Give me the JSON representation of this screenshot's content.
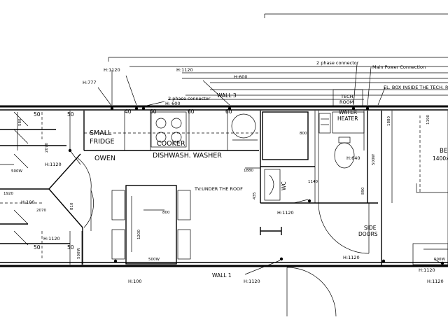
{
  "rooms": {
    "small_fridge_1": "SMALL",
    "small_fridge_2": "FRIDGE",
    "cooker": "COOKER",
    "owen": "OWEN",
    "dishwash_washer": "DISHWASH.  WASHER",
    "tech_room_1": "TECH.",
    "tech_room_2": "ROOM",
    "water_heater_1": "WATER",
    "water_heater_2": "HEATER",
    "side_doors_1": "SIDE",
    "side_doors_2": "DOORS",
    "bed_1": "BE",
    "bed_2": "1400x"
  },
  "walls": {
    "wall_1": "WALL  1",
    "wall_3": "WALL  3"
  },
  "notes": {
    "phase_connector_top": "2 phase connector",
    "main_power": "Main Power Connection",
    "el_box": "EL. BOX INSIDE THE TECH. RO",
    "phase_connector_kitchen": "2 phase connector",
    "h600_kitchen": "H: 600",
    "h600_top": "H:600",
    "tv": "TV:UNDER THE ROOF",
    "wc": "WC",
    "h640": "H:640"
  },
  "heights": {
    "h1120_top_left": "H:1120",
    "h1120_top_mid": "H:1120",
    "h777": "H:777",
    "h1120_left_mid": "H:1120",
    "h100_left": "H:100",
    "h1120_left_low": "H:1120",
    "h100_bottom": "H:100",
    "h1120_bottom": "H:1120",
    "h1120_center": "H:1120",
    "h1120_right": "H:1120",
    "h1120_far_right": "H:1120",
    "h1120_far_right_low": "H:1120"
  },
  "dimensions": {
    "d50_a": "50",
    "d50_b": "50",
    "d40": "40",
    "d60_a": "60",
    "d60_b": "60",
    "d60_c": "60",
    "d580": "580",
    "d2070_a": "2070",
    "d800_kitchen": "800",
    "d800_table": "800",
    "d1200": "1200",
    "d1880": "1880",
    "d1140": "1140",
    "d435": "435",
    "d1190": "1190",
    "d890": "890",
    "d1920": "1920",
    "d2070_b": "2070",
    "d810": "810",
    "d50_c": "50",
    "d50_d": "50",
    "d500_a": "500W",
    "d500_b": "500W",
    "d500_c": "500W",
    "d500_d": "500W",
    "d500_e": "500W",
    "d1880_right": "1880"
  }
}
